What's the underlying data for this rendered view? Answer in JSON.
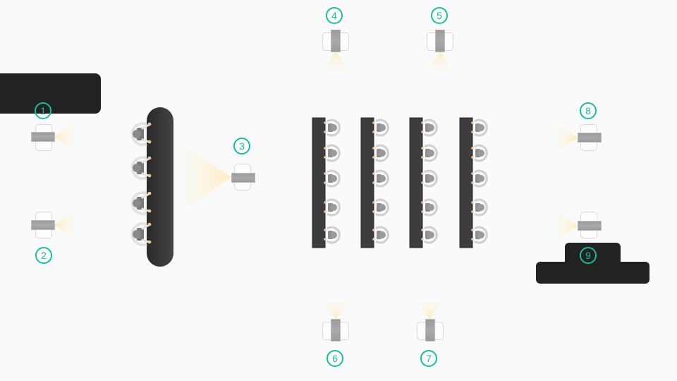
{
  "diagram": {
    "title": "",
    "colors": {
      "background": "#fafafa",
      "label": "#1abc9c",
      "dark_block": "#222222",
      "table": "#3d3d3d",
      "light_beam": "#fff2cc",
      "fixture_bar": "#a0a0a0"
    },
    "lights": [
      {
        "id": "1",
        "label": "1",
        "facing": "right"
      },
      {
        "id": "2",
        "label": "2",
        "facing": "right"
      },
      {
        "id": "3",
        "label": "3",
        "facing": "left"
      },
      {
        "id": "4",
        "label": "4",
        "facing": "down"
      },
      {
        "id": "5",
        "label": "5",
        "facing": "down"
      },
      {
        "id": "6",
        "label": "6",
        "facing": "up"
      },
      {
        "id": "7",
        "label": "7",
        "facing": "up"
      },
      {
        "id": "8",
        "label": "8",
        "facing": "left"
      },
      {
        "id": "9",
        "label": "9",
        "facing": "left"
      }
    ],
    "panel_table": {
      "seats": 4
    },
    "audience_rows": [
      {
        "seats": 5
      },
      {
        "seats": 5
      },
      {
        "seats": 5
      },
      {
        "seats": 5
      }
    ]
  }
}
